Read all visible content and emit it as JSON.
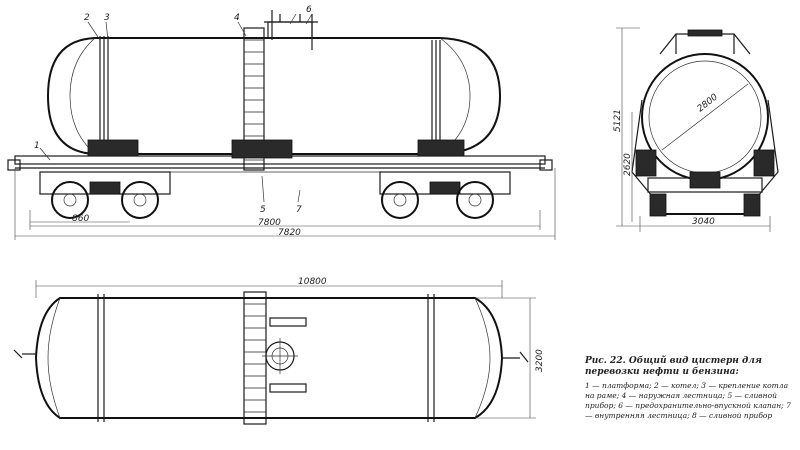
{
  "side_view": {
    "part_labels": [
      "1",
      "2",
      "3",
      "4",
      "5",
      "6",
      "7"
    ],
    "dimensions": {
      "base_left": "860",
      "inner_length": "7800",
      "overall_length": "7820"
    }
  },
  "end_view": {
    "dimensions": {
      "height_total": "5121",
      "height_lower": "2620",
      "diameter": "2800",
      "width": "3040"
    }
  },
  "top_view": {
    "dimensions": {
      "overall_length": "10800",
      "width": "3200"
    }
  },
  "caption": {
    "title": "Рис. 22. Общий вид цистерн для перевозки нефти и бензина:",
    "legend": "1 — платформа; 2 — котел; 3 — крепление котла на раме; 4 — наружная лестница; 5 — сливной прибор; 6 — предохранительно-впускной клапан; 7 — внутренняя лестница; 8 — сливной прибор"
  }
}
